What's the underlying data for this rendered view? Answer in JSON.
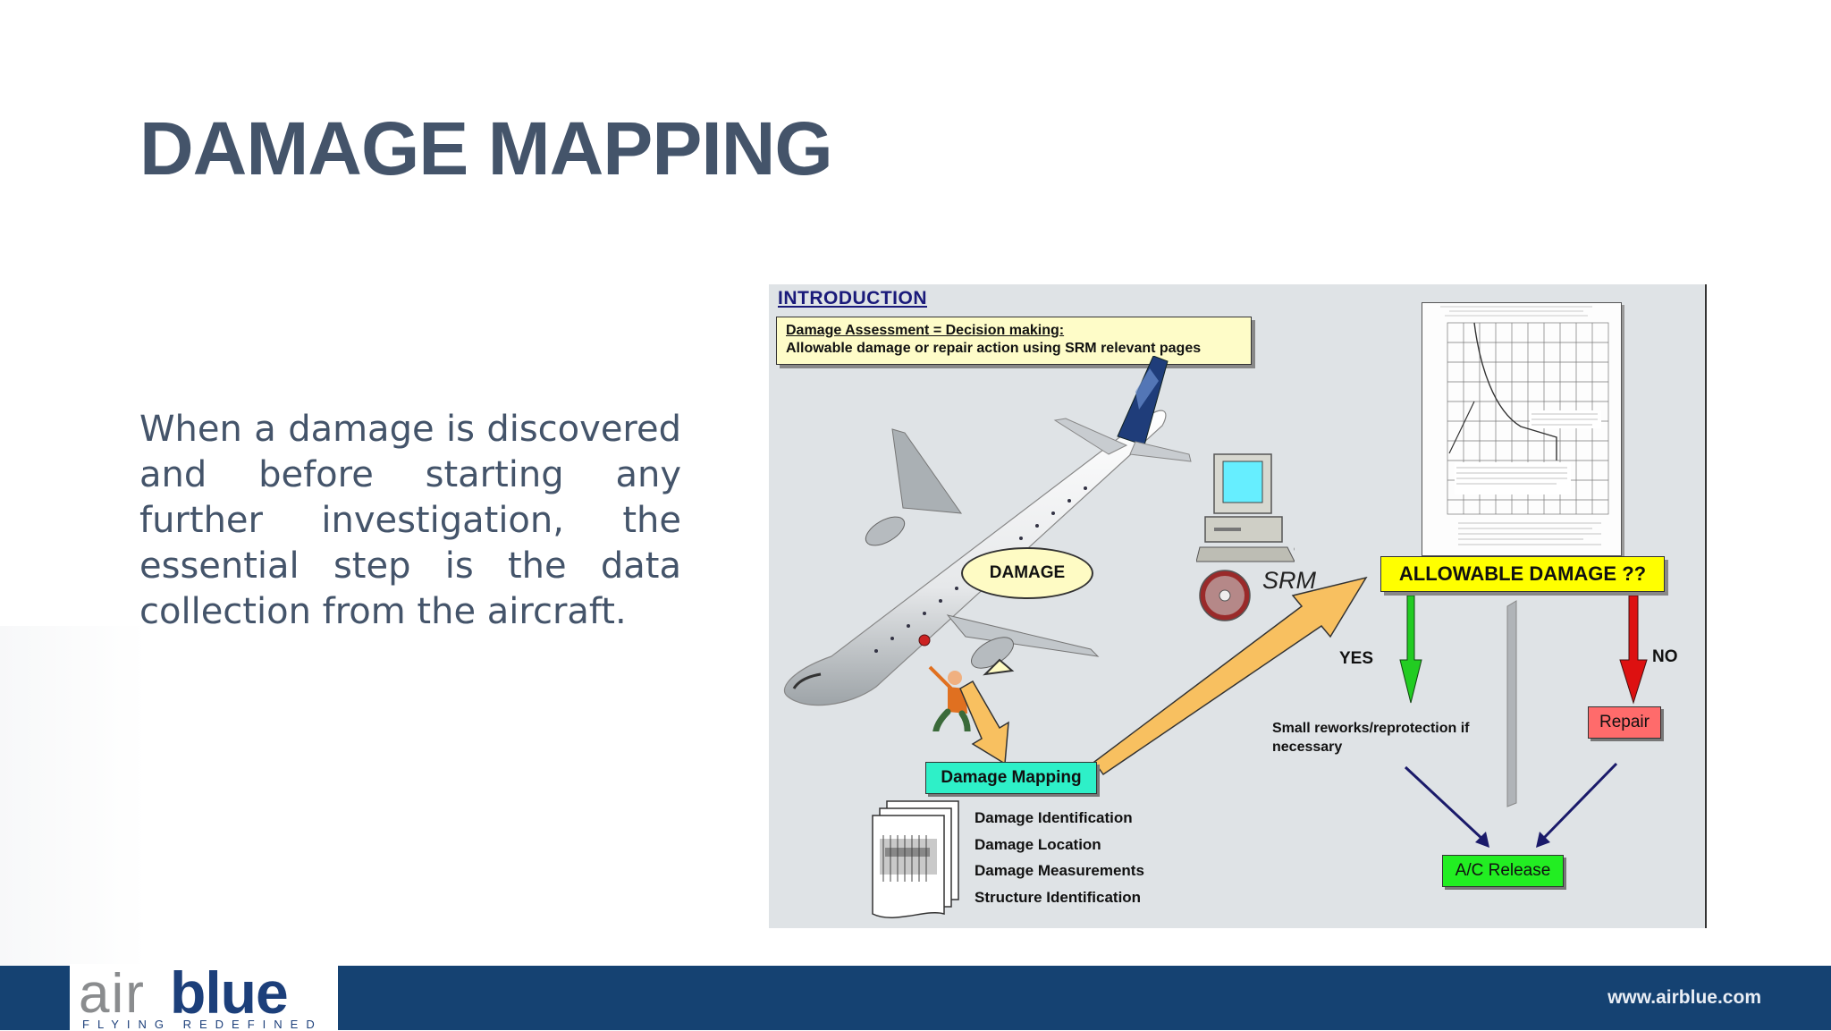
{
  "slide": {
    "title": "DAMAGE MAPPING",
    "body": "When a damage is discovered and before starting any further investigation, the essential step is the data collection from the aircraft."
  },
  "diagram": {
    "heading": "INTRODUCTION",
    "assessment_line1": "Damage Assessment = Decision making:",
    "assessment_line2": "Allowable damage or repair action using SRM relevant pages",
    "damage_bubble": "DAMAGE",
    "srm_label": "SRM",
    "allowable_damage": "ALLOWABLE DAMAGE ??",
    "yes_label": "YES",
    "no_label": "NO",
    "rework_text": "Small reworks/reprotection if necessary",
    "repair_label": "Repair",
    "release_label": "A/C Release",
    "mapping_label": "Damage Mapping",
    "mapping_items": [
      "Damage Identification",
      "Damage Location",
      "Damage Measurements",
      "Structure Identification"
    ],
    "colors": {
      "allowable": "#ffff00",
      "yes_arrow": "#22cc22",
      "no_arrow": "#dd1111",
      "repair": "#ff6b6b",
      "release": "#22ee22",
      "mapping": "#2ef0c8"
    }
  },
  "footer": {
    "logo_air": "air",
    "logo_blue": "blue",
    "logo_tagline": "FLYING REDEFINED",
    "website": "www.airblue.com",
    "color": "#154272"
  }
}
